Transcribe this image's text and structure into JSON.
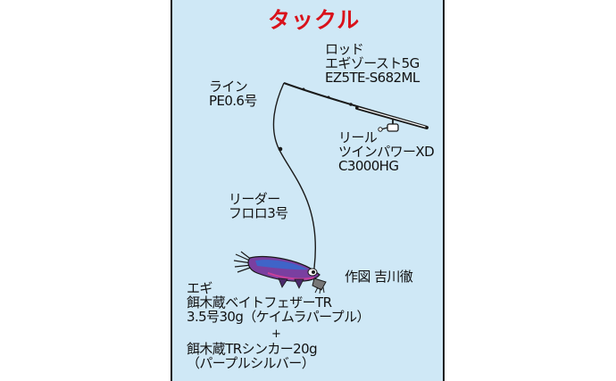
{
  "title": "タックル",
  "colors": {
    "background": "#cfe8f6",
    "title": "#d9121b",
    "text": "#111111",
    "lure_body": "#7a3fa0",
    "lure_highlight": "#3f64c8",
    "lure_accent": "#c8409a"
  },
  "labels": {
    "rod": [
      "ロッド",
      "エギゾースト5G",
      "EZ5TE-S682ML"
    ],
    "line": [
      "ライン",
      "PE0.6号"
    ],
    "reel": [
      "リール",
      "ツインパワーXD",
      "C3000HG"
    ],
    "leader": [
      "リーダー",
      "フロロ3号"
    ],
    "credit": "作図 吉川徹",
    "egi": [
      "エギ",
      "餌木蔵ベイトフェザーTR",
      "3.5号30g（ケイムラパープル）"
    ],
    "plus": "+",
    "sinker": [
      "餌木蔵TRシンカー20g",
      "（パープルシルバー）"
    ]
  }
}
